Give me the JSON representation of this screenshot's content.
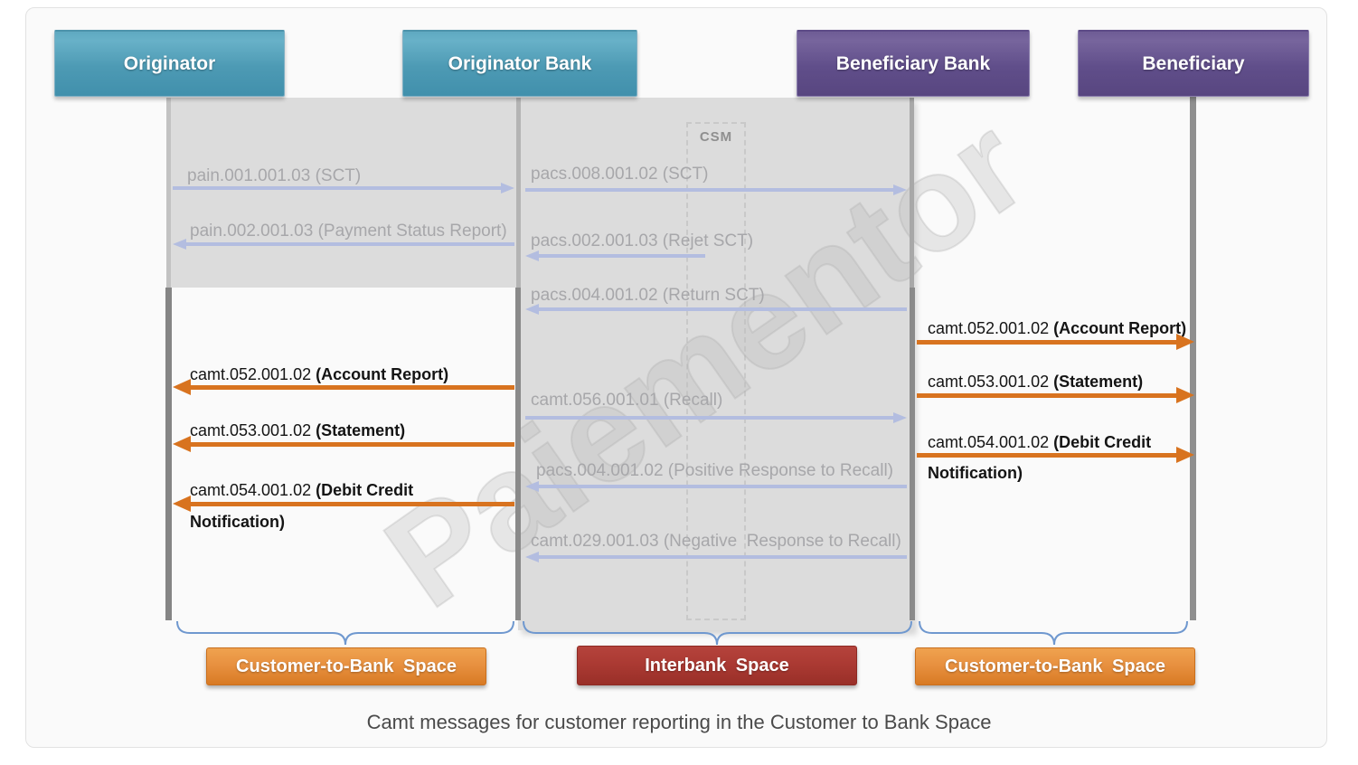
{
  "actors": [
    {
      "label": "Originator"
    },
    {
      "label": "Originator Bank"
    },
    {
      "label": "Beneficiary Bank"
    },
    {
      "label": "Beneficiary"
    }
  ],
  "csm_label": "CSM",
  "watermark": "Paiementor",
  "messages": [
    {
      "code": "pain.001.001.03",
      "suffix": "(SCT)",
      "style": "faded",
      "direction": "right"
    },
    {
      "code": "pacs.008.001.02",
      "suffix": "(SCT)",
      "style": "faded",
      "direction": "right"
    },
    {
      "code": "pain.002.001.03",
      "suffix": "(Payment Status Report)",
      "style": "faded",
      "direction": "left"
    },
    {
      "code": "pacs.002.001.03",
      "suffix": "(Rejet SCT)",
      "style": "faded",
      "direction": "left"
    },
    {
      "code": "pacs.004.001.02",
      "suffix": "(Return SCT)",
      "style": "faded",
      "direction": "left"
    },
    {
      "code": "camt.052.001.02",
      "suffix": "(Account Report)",
      "style": "dark",
      "direction": "right"
    },
    {
      "code": "camt.052.001.02",
      "suffix": "(Account Report)",
      "style": "dark",
      "direction": "left"
    },
    {
      "code": "camt.053.001.02",
      "suffix": "(Statement)",
      "style": "dark",
      "direction": "right"
    },
    {
      "code": "camt.056.001.01",
      "suffix": "(Recall)",
      "style": "faded",
      "direction": "right"
    },
    {
      "code": "camt.053.001.02",
      "suffix": "(Statement)",
      "style": "dark",
      "direction": "left"
    },
    {
      "code": "camt.054.001.02",
      "suffix": "(Debit Credit",
      "suffix2": "Notification)",
      "style": "dark",
      "direction": "right"
    },
    {
      "code": "pacs.004.001.02",
      "suffix": "(Positive Response to Recall)",
      "style": "faded",
      "direction": "left"
    },
    {
      "code": "camt.054.001.02",
      "suffix": "(Debit Credit",
      "suffix2": "Notification)",
      "style": "dark",
      "direction": "left"
    },
    {
      "code": "camt.029.001.03",
      "suffix": "(Negative  Response to Recall)",
      "style": "faded",
      "direction": "left"
    }
  ],
  "spaces": [
    {
      "label": "Customer-to-Bank Space",
      "color": "orange"
    },
    {
      "label": "Interbank Space",
      "color": "red"
    },
    {
      "label": "Customer-to-Bank Space",
      "color": "orange"
    }
  ],
  "caption": "Camt messages for customer reporting in the Customer to Bank Space",
  "colors": {
    "header_teal": "#4f9cb7",
    "header_purple": "#675394",
    "arrow_blue": "#b3bde0",
    "arrow_orange": "#d8731f",
    "space_orange": "#e0883a",
    "space_red": "#ae3d36",
    "brace_blue": "#6f98cf",
    "region_gray": "#dcdcdc"
  }
}
